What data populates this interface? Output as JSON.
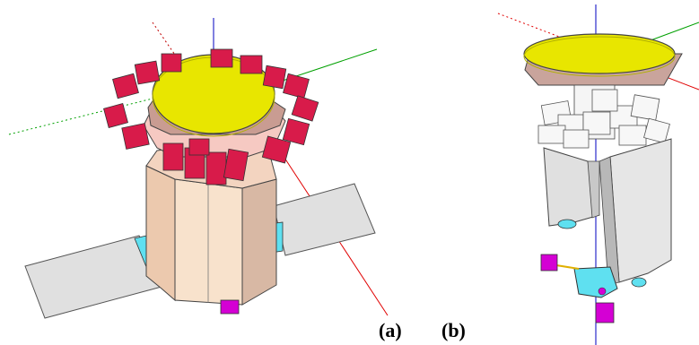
{
  "figure": {
    "panel_a": {
      "caption": "(a)",
      "letter": "a"
    },
    "panel_b": {
      "caption": "(b)",
      "letter": "b"
    }
  },
  "colors": {
    "solar_panel": "#e0e0e0",
    "body": "#f5dcc4",
    "dish": "#e8e600",
    "dish_ring": "#b79a92",
    "thruster": "#d81b4a",
    "bracket": "#5fe0f0",
    "block": "#d400d4",
    "axis_x": "#e00000",
    "axis_y": "#00a000",
    "axis_z": "#0000c0"
  },
  "icons": [
    "spacecraft-model-a",
    "spacecraft-model-b"
  ]
}
